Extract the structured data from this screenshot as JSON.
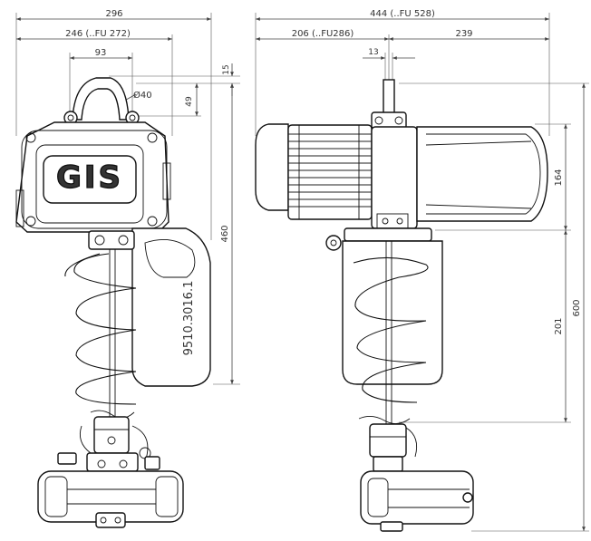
{
  "colors": {
    "line": "#111111",
    "dimension": "#444444",
    "background": "#ffffff"
  },
  "dimensions": {
    "front_total_width": "296",
    "front_width_fu": "246 (..FU 272)",
    "hook_spacing": "93",
    "top_offset": "15",
    "hook_height": "49",
    "eye_diameter": "Ø40",
    "front_total_height": "460",
    "side_total_width": "444 (..FU 528)",
    "side_left_width": "206 (..FU286)",
    "side_right_width": "239",
    "chain_offset": "13",
    "side_body_height": "164",
    "side_total_height": "600",
    "side_lower_height": "201"
  },
  "logo_text": "GIS",
  "part_number": "9510.3016.1"
}
